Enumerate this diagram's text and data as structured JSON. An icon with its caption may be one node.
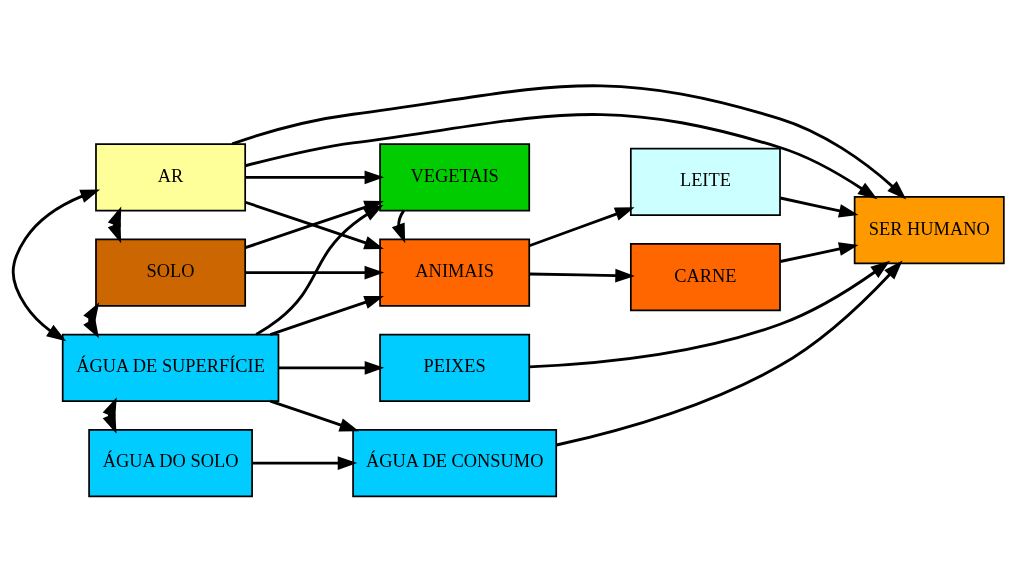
{
  "diagram": {
    "nodes": [
      {
        "text": [
          "AR"
        ]
      },
      {
        "text": [
          "VEGETAIS"
        ]
      },
      {
        "text": [
          "SOLO"
        ]
      },
      {
        "text": [
          "ANIMAIS"
        ]
      },
      {
        "text": [
          "LEITE"
        ]
      },
      {
        "text": [
          "CARNE"
        ]
      },
      {
        "text": [
          "SER HUMANO"
        ]
      },
      {
        "text": [
          "ÁGUA DE SUPERFÍCIE"
        ]
      },
      {
        "text": [
          "PEIXES"
        ]
      },
      {
        "text": [
          "ÁGUA DO SOLO"
        ]
      },
      {
        "text": [
          "ÁGUA DE CONSUMO"
        ]
      }
    ],
    "edges": [
      {
        "from": 0,
        "to": 1,
        "arrow": "to"
      },
      {
        "from": 0,
        "to": 3,
        "arrow": "to"
      },
      {
        "from": 0,
        "to": 6,
        "arrow": "to"
      },
      {
        "from": 0,
        "to": 6,
        "arrow": "to"
      },
      {
        "from": 0,
        "to": 2,
        "arrow": "both"
      },
      {
        "from": 0,
        "to": 7,
        "arrow": "both"
      },
      {
        "from": 2,
        "to": 1,
        "arrow": "to"
      },
      {
        "from": 2,
        "to": 3,
        "arrow": "to"
      },
      {
        "from": 2,
        "to": 7,
        "arrow": "both"
      },
      {
        "from": 1,
        "to": 3,
        "arrow": "to"
      },
      {
        "from": 3,
        "to": 4,
        "arrow": "to"
      },
      {
        "from": 3,
        "to": 5,
        "arrow": "to"
      },
      {
        "from": 4,
        "to": 6,
        "arrow": "to"
      },
      {
        "from": 5,
        "to": 6,
        "arrow": "to"
      },
      {
        "from": 7,
        "to": 1,
        "arrow": "to"
      },
      {
        "from": 7,
        "to": 3,
        "arrow": "to"
      },
      {
        "from": 7,
        "to": 8,
        "arrow": "to"
      },
      {
        "from": 7,
        "to": 10,
        "arrow": "to"
      },
      {
        "from": 7,
        "to": 9,
        "arrow": "both"
      },
      {
        "from": 9,
        "to": 10,
        "arrow": "to"
      },
      {
        "from": 8,
        "to": 6,
        "arrow": "to"
      },
      {
        "from": 10,
        "to": 6,
        "arrow": "to"
      }
    ]
  }
}
